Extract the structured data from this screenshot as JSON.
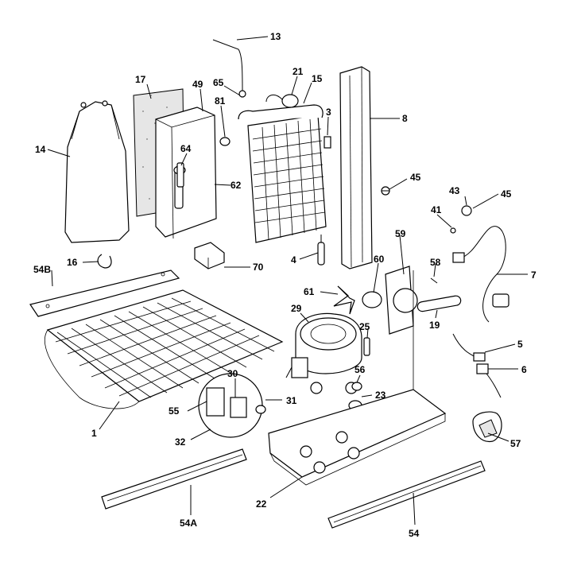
{
  "labels": {
    "p13": "13",
    "p17": "17",
    "p49": "49",
    "p65": "65",
    "p21": "21",
    "p15": "15",
    "p81": "81",
    "p3": "3",
    "p8": "8",
    "p14": "14",
    "p64": "64",
    "p62": "62",
    "p45a": "45",
    "p43": "43",
    "p45b": "45",
    "p41": "41",
    "p70": "70",
    "p4": "4",
    "p59": "59",
    "p16": "16",
    "p54B": "54B",
    "p58": "58",
    "p60": "60",
    "p7": "7",
    "p61": "61",
    "p29": "29",
    "p25": "25",
    "p19": "19",
    "p5": "5",
    "p6": "6",
    "p30": "30",
    "p56": "56",
    "p31": "31",
    "p23": "23",
    "p55": "55",
    "p1": "1",
    "p32": "32",
    "p57": "57",
    "p22": "22",
    "p54A": "54A",
    "p54": "54"
  }
}
